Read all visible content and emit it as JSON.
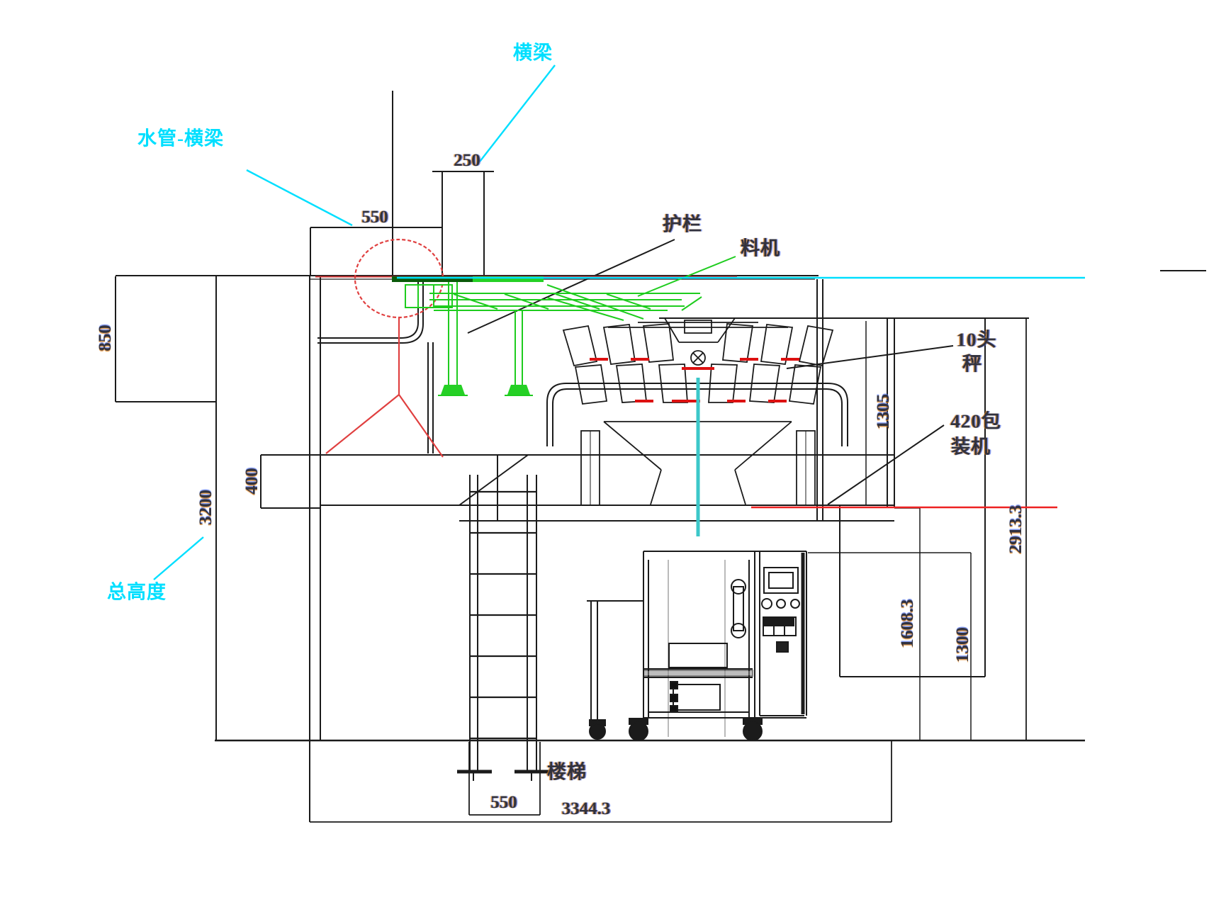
{
  "drawing": {
    "type": "equipment-elevation-drawing",
    "labels": {
      "beam": "横梁",
      "pipe_beam": "水管-横梁",
      "guardrail": "护栏",
      "feeder": "料机",
      "weigher_line1": "10头",
      "weigher_line2": "秤",
      "packer_line1": "420包",
      "packer_line2": "装机",
      "total_height": "总高度",
      "stairs": "楼梯"
    },
    "dimensions": {
      "beam_width": "250",
      "platform_width_top": "550",
      "upper_box_height": "850",
      "floor_beam_depth": "400",
      "total_height_value": "3200",
      "weigher_zone_height": "1305",
      "overall_height": "2913.3",
      "under_floor_height": "1608.3",
      "packer_height": "1300",
      "ladder_width": "550",
      "overall_width": "3344.3"
    },
    "colors": {
      "line": "#1b1b1b",
      "cyan": "#00dfff",
      "green": "#1ecc1e",
      "red": "#e04040",
      "teal": "#3cc7c9",
      "dim_text": "#32323e"
    }
  }
}
